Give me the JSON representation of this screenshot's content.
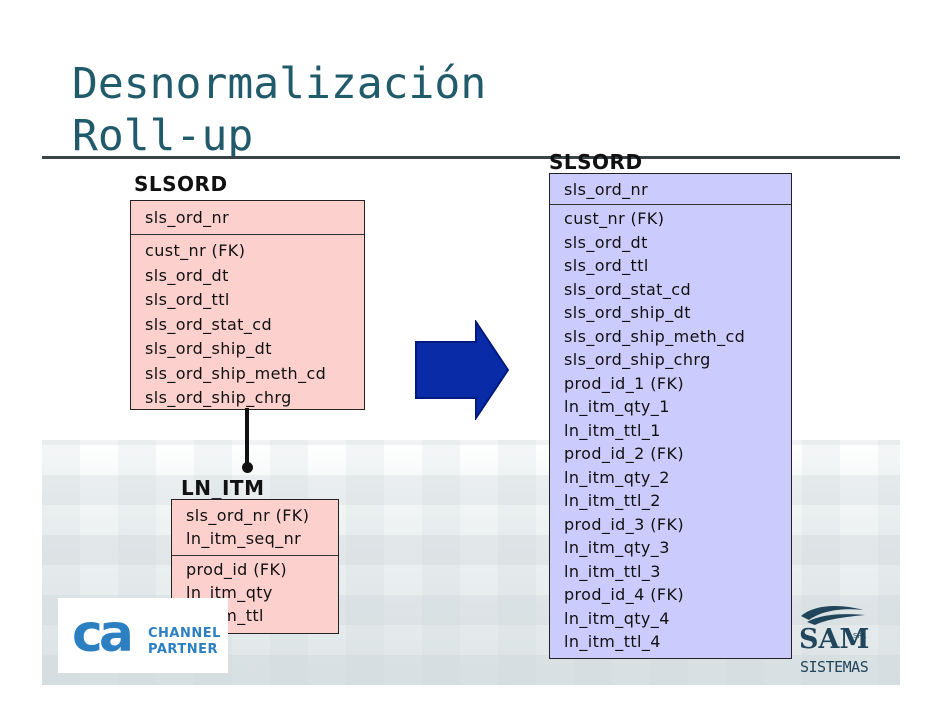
{
  "slide": {
    "title_line1": "Desnormalización",
    "title_line2": "Roll-up"
  },
  "colors": {
    "title": "#215b6b",
    "entity_fill_pink": "#fcd0cd",
    "entity_fill_lavender": "#cccbfd",
    "arrow_fill": "#0a2ba7",
    "logo_blue": "#2c7fc0",
    "sam_navy": "#21455a"
  },
  "left_entity": {
    "name": "SLSORD",
    "key_attrs": [
      "sls_ord_nr"
    ],
    "attrs": [
      "cust_nr (FK)",
      "sls_ord_dt",
      "sls_ord_ttl",
      "sls_ord_stat_cd",
      "sls_ord_ship_dt",
      "sls_ord_ship_meth_cd",
      "sls_ord_ship_chrg"
    ]
  },
  "child_entity": {
    "name": "LN_ITM",
    "key_attrs": [
      "sls_ord_nr (FK)",
      "ln_itm_seq_nr"
    ],
    "attrs": [
      "prod_id (FK)",
      "ln_itm_qty",
      "ln_itm_ttl"
    ]
  },
  "right_entity": {
    "name": "SLSORD",
    "key_attrs": [
      "sls_ord_nr"
    ],
    "attrs": [
      "cust_nr (FK)",
      "sls_ord_dt",
      "sls_ord_ttl",
      "sls_ord_stat_cd",
      "sls_ord_ship_dt",
      "sls_ord_ship_meth_cd",
      "sls_ord_ship_chrg",
      "prod_id_1 (FK)",
      "ln_itm_qty_1",
      "ln_itm_ttl_1",
      "prod_id_2 (FK)",
      "ln_itm_qty_2",
      "ln_itm_ttl_2",
      "prod_id_3 (FK)",
      "ln_itm_qty_3",
      "ln_itm_ttl_3",
      "prod_id_4 (FK)",
      "ln_itm_qty_4",
      "ln_itm_ttl_4"
    ]
  },
  "logos": {
    "ca_letters": "ca",
    "ca_channel": "CHANNEL",
    "ca_partner": "PARTNER",
    "sam_text": "SAM",
    "sam_srl": "SRL",
    "sam_sub": "SISTEMAS"
  },
  "icons": {
    "transform_arrow": "right-arrow-icon",
    "relationship": "one-to-many-relationship-line"
  }
}
